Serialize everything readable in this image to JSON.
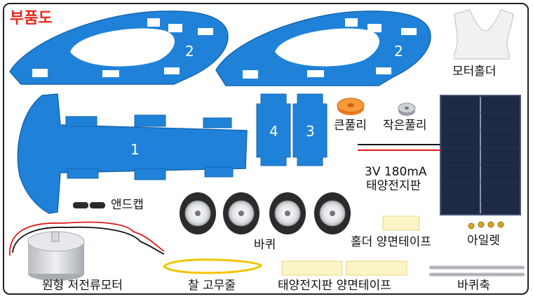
{
  "title": {
    "text": "부품도",
    "color": "#e8271c"
  },
  "colors": {
    "foam": "#1f82d8",
    "foam_edge": "#1666b0",
    "panel": "#1c2a44",
    "tape": "#fbf4c6",
    "rubber": "#2b2b2b"
  },
  "parts": {
    "side_panel_left": {
      "number": "2"
    },
    "side_panel_right": {
      "number": "2"
    },
    "base_panel": {
      "number": "1"
    },
    "bracket_4": {
      "number": "4"
    },
    "bracket_3": {
      "number": "3"
    },
    "motor_holder": {
      "label": "모터홀더"
    },
    "big_pulley": {
      "label": "큰풀리"
    },
    "small_pulley": {
      "label": "작은풀리"
    },
    "solar_panel": {
      "label_line1": "3V 180mA",
      "label_line2": "태양전지판"
    },
    "end_caps": {
      "label": "앤드캡"
    },
    "wheels": {
      "label": "바퀴"
    },
    "holder_tape": {
      "label": "홀더 양면테이프"
    },
    "eyelets": {
      "label": "아일렛"
    },
    "dc_motor": {
      "label": "원형 저전류모터"
    },
    "rubber_belt": {
      "label": "찰 고무줄"
    },
    "solar_tape": {
      "label": "태양전지판 양면테이프"
    },
    "axles": {
      "label": "바퀴축"
    }
  }
}
